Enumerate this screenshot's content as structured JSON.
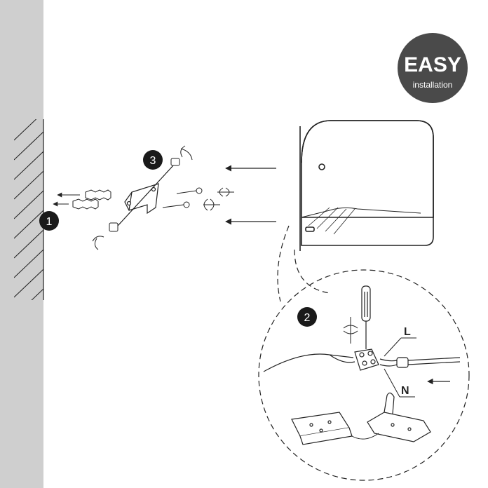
{
  "badge": {
    "title": "EASY",
    "subtitle": "installation",
    "color": "#4a4a4a"
  },
  "steps": [
    "1",
    "2",
    "3"
  ],
  "wires": {
    "live": "L",
    "neutral": "N"
  },
  "colors": {
    "wall": "#cfcfcf",
    "line": "#222222",
    "step_fill": "#1a1a1a"
  }
}
